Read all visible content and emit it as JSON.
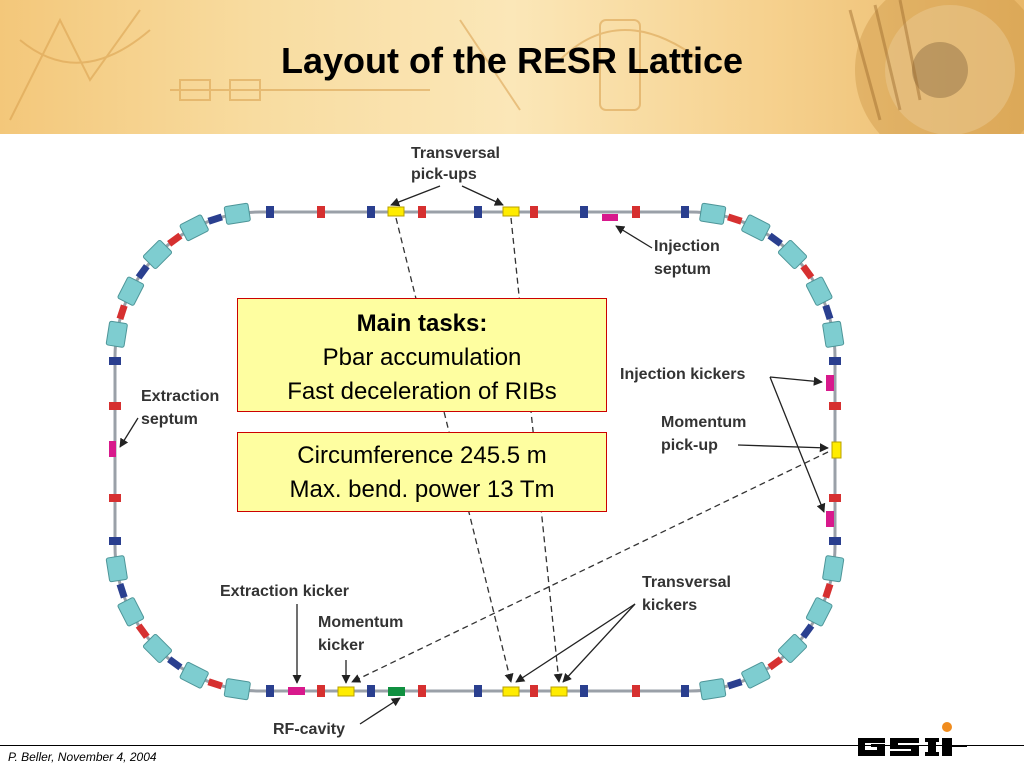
{
  "title": "Layout of the RESR Lattice",
  "labels": {
    "transversal_pickups": [
      "Transversal",
      "pick-ups"
    ],
    "injection_septum": [
      "Injection",
      "septum"
    ],
    "extraction_septum": [
      "Extraction",
      "septum"
    ],
    "injection_kickers": "Injection kickers",
    "momentum_pickup": [
      "Momentum",
      "pick-up"
    ],
    "extraction_kicker": "Extraction kicker",
    "momentum_kicker": [
      "Momentum",
      "kicker"
    ],
    "transversal_kickers": [
      "Transversal",
      "kickers"
    ],
    "rf_cavity": "RF-cavity"
  },
  "tasks_box": {
    "heading": "Main tasks:",
    "lines": [
      "Pbar accumulation",
      "Fast deceleration of RIBs"
    ]
  },
  "specs_box": {
    "lines": [
      "Circumference 245.5 m",
      "Max. bend. power 13 Tm"
    ]
  },
  "footer": "P. Beller, November 4, 2004",
  "logo_text": "GSI",
  "colors": {
    "dipole": "#7ecdd0",
    "quadrupole_blue": "#2a3f8f",
    "sextupole_red": "#d63030",
    "kicker_magenta": "#d8198c",
    "pickup_yellow": "#ffec00",
    "rf_green": "#109040",
    "box_fill": "#fefea0",
    "box_border": "#cc0000",
    "logo_orange": "#f08c1e"
  }
}
